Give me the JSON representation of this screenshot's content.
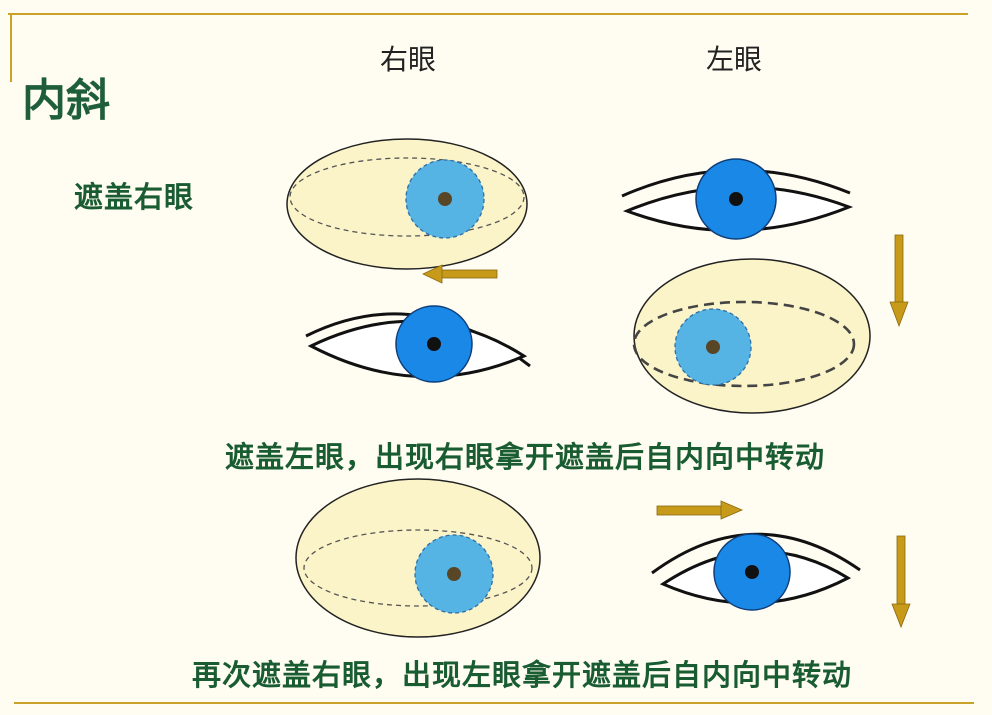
{
  "title": "内斜",
  "columns": {
    "right_eye": "右眼",
    "left_eye": "左眼"
  },
  "steps": {
    "cover_right": "遮盖右眼",
    "cover_left_note": "遮盖左眼，出现右眼拿开遮盖后自内向中转动",
    "recover_right_note": "再次遮盖右眼，出现左眼拿开遮盖后自内向中转动"
  },
  "colors": {
    "background": "#fffdf2",
    "frame_line": "#c9a227",
    "label_green": "#1a5c32",
    "occluder_fill": "#fbf4c8",
    "iris_visible": "#1a88e6",
    "iris_covered": "#55b4e3",
    "arrow": "#c79a1a"
  }
}
